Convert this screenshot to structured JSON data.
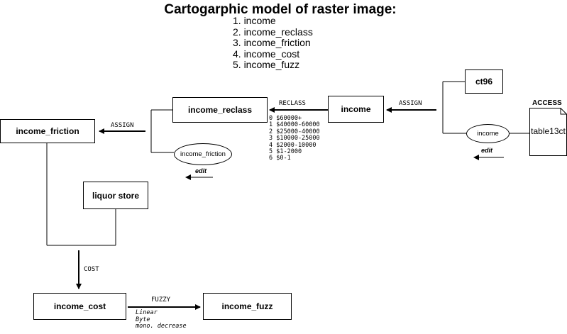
{
  "title": "Cartogarphic model of raster image:",
  "layers_list": [
    "1. income",
    "2. income_reclass",
    "3. income_friction",
    "4. income_cost",
    "5. income_fuzz"
  ],
  "nodes": {
    "ct96": "ct96",
    "income": "income",
    "income_reclass": "income_reclass",
    "income_friction": "income_friction",
    "liquor_store": "liquor store",
    "income_cost": "income_cost",
    "income_fuzz": "income_fuzz",
    "income_attr": "income",
    "income_friction_attr": "income_friction",
    "table13ct": "table13ct",
    "access": "ACCESS"
  },
  "operations": {
    "assign_1": "ASSIGN",
    "reclass": "RECLASS",
    "assign_2": "ASSIGN",
    "cost": "COST",
    "fuzzy": "FUZZY"
  },
  "edit_labels": [
    "edit",
    "edit"
  ],
  "reclass_table": [
    "0 $60000+",
    "1 $40000-60000",
    "2 $25000-40000",
    "3 $10000-25000",
    "4 $2000-10000",
    "5 $1-2000",
    "6 $0-1"
  ],
  "fuzzy_params": [
    "Linear",
    "Byte",
    "mono. decrease"
  ]
}
